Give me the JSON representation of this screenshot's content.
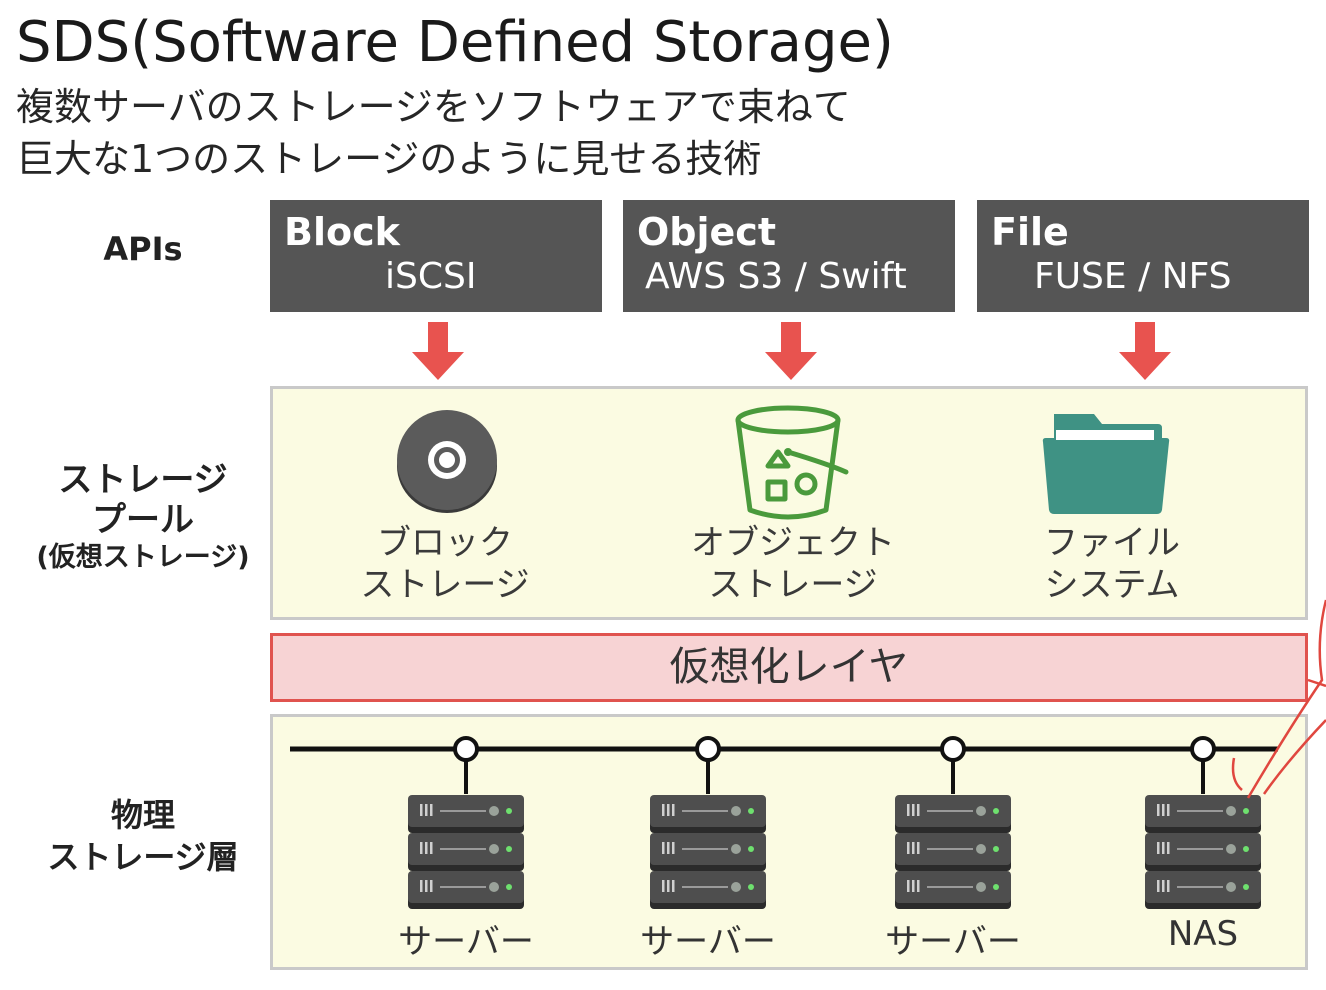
{
  "header": {
    "title": "SDS(Software Defined Storage)",
    "subtitle_line1": "複数サーバのストレージをソフトウェアで束ねて",
    "subtitle_line2": "巨大な1つのストレージのように見せる技術"
  },
  "rows": {
    "apis": "APIs",
    "pool_line1": "ストレージ",
    "pool_line2": "プール",
    "pool_line3": "(仮想ストレージ)",
    "physical_line1": "物理",
    "physical_line2": "ストレージ層"
  },
  "apis": [
    {
      "name": "Block",
      "protocol": "iSCSI"
    },
    {
      "name": "Object",
      "protocol": "AWS S3 / Swift"
    },
    {
      "name": "File",
      "protocol": "FUSE / NFS"
    }
  ],
  "storage_types": [
    {
      "line1": "ブロック",
      "line2": "ストレージ",
      "icon": "disc-icon"
    },
    {
      "line1": "オブジェクト",
      "line2": "ストレージ",
      "icon": "bucket-icon"
    },
    {
      "line1": "ファイル",
      "line2": "システム",
      "icon": "folder-icon"
    }
  ],
  "virtualization_layer": "仮想化レイヤ",
  "nodes": [
    {
      "label": "サーバー",
      "icon": "server-icon"
    },
    {
      "label": "サーバー",
      "icon": "server-icon"
    },
    {
      "label": "サーバー",
      "icon": "server-icon"
    },
    {
      "label": "NAS",
      "icon": "server-icon"
    }
  ],
  "colors": {
    "api_box": "#555555",
    "arrow": "#e8534f",
    "panel_bg": "#fbfbe2",
    "virt_bg": "#f7d3d4",
    "virt_border": "#e0534f",
    "bucket": "#4a9a3c",
    "folder": "#3f9284",
    "disc": "#5b5b5b"
  }
}
